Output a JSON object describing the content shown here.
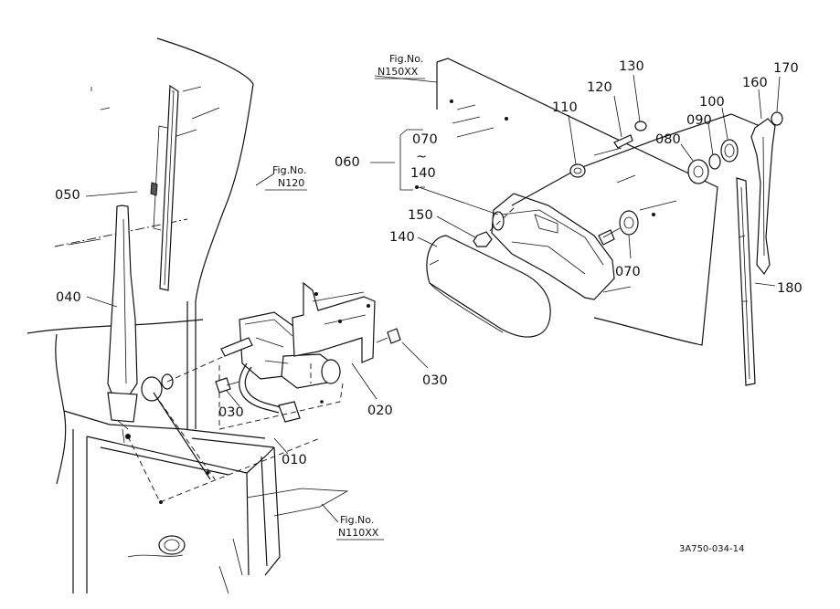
{
  "parts": {
    "p010": "010",
    "p020": "020",
    "p030a": "030",
    "p030b": "030",
    "p040": "040",
    "p050": "050",
    "p060": "060",
    "p070a": "070",
    "p070b": "070",
    "p070range_top": "070",
    "p070range_tilde": "~",
    "p070range_bottom": "140",
    "p080": "080",
    "p090": "090",
    "p100": "100",
    "p110": "110",
    "p120": "120",
    "p130": "130",
    "p140": "140",
    "p150": "150",
    "p160": "160",
    "p170": "170",
    "p180": "180"
  },
  "figure_refs": {
    "n150": {
      "label": "Fig.No.",
      "number": "N150XX"
    },
    "n120": {
      "label": "Fig.No.",
      "number": "N120"
    },
    "n110": {
      "label": "Fig.No.",
      "number": "N110XX"
    }
  },
  "drawing_code": "3A750-034-14"
}
